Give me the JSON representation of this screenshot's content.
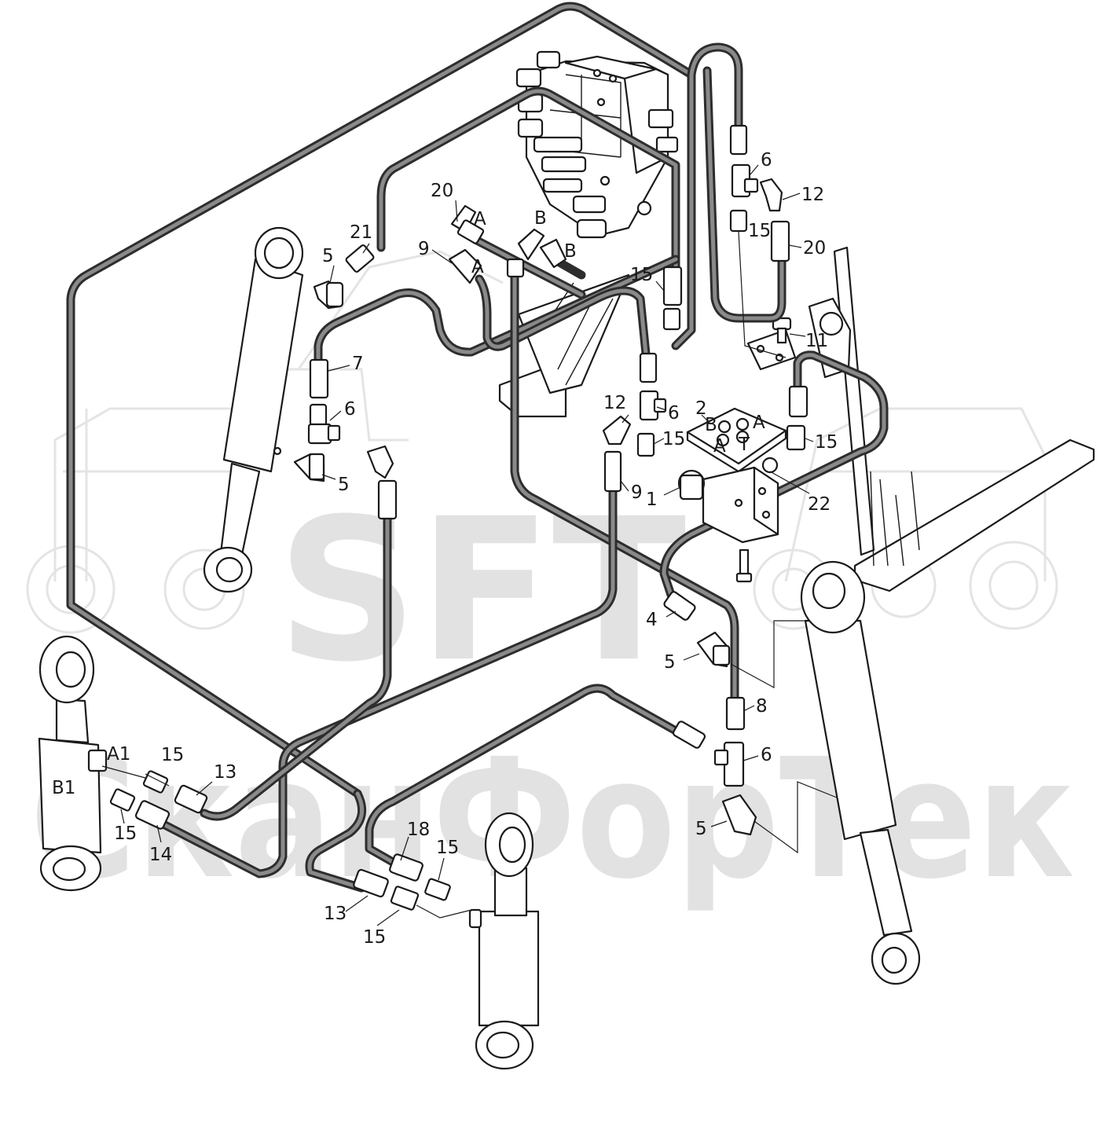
{
  "watermark": {
    "brand": "SFT",
    "subtitle": "СканФорТек"
  },
  "callouts": [
    {
      "id": "c-6a",
      "text": "6"
    },
    {
      "id": "c-12a",
      "text": "12"
    },
    {
      "id": "c-15a",
      "text": "15"
    },
    {
      "id": "c-20a",
      "text": "20"
    },
    {
      "id": "c-20b",
      "text": "20"
    },
    {
      "id": "c-21",
      "text": "21"
    },
    {
      "id": "c-5a",
      "text": "5"
    },
    {
      "id": "c-9a",
      "text": "9"
    },
    {
      "id": "c-15b",
      "text": "15"
    },
    {
      "id": "c-11",
      "text": "11"
    },
    {
      "id": "c-7",
      "text": "7"
    },
    {
      "id": "c-6b",
      "text": "6"
    },
    {
      "id": "c-12b",
      "text": "12"
    },
    {
      "id": "c-6c",
      "text": "6"
    },
    {
      "id": "c-2",
      "text": "2"
    },
    {
      "id": "c-15c",
      "text": "15"
    },
    {
      "id": "c-15d",
      "text": "15"
    },
    {
      "id": "c-5b",
      "text": "5"
    },
    {
      "id": "c-9b",
      "text": "9"
    },
    {
      "id": "c-1",
      "text": "1"
    },
    {
      "id": "c-22",
      "text": "22"
    },
    {
      "id": "c-4",
      "text": "4"
    },
    {
      "id": "c-5c",
      "text": "5"
    },
    {
      "id": "c-8",
      "text": "8"
    },
    {
      "id": "c-6d",
      "text": "6"
    },
    {
      "id": "c-5d",
      "text": "5"
    },
    {
      "id": "c-a1",
      "text": "A1"
    },
    {
      "id": "c-b1",
      "text": "B1"
    },
    {
      "id": "c-15e",
      "text": "15"
    },
    {
      "id": "c-13a",
      "text": "13"
    },
    {
      "id": "c-15f",
      "text": "15"
    },
    {
      "id": "c-14",
      "text": "14"
    },
    {
      "id": "c-18",
      "text": "18"
    },
    {
      "id": "c-15g",
      "text": "15"
    },
    {
      "id": "c-13b",
      "text": "13"
    },
    {
      "id": "c-15h",
      "text": "15"
    }
  ],
  "ports": [
    {
      "id": "p-a1",
      "text": "A"
    },
    {
      "id": "p-b1",
      "text": "B"
    },
    {
      "id": "p-a2",
      "text": "A"
    },
    {
      "id": "p-b2",
      "text": "B"
    }
  ],
  "plate_ports": [
    "B",
    "A",
    "A",
    "T"
  ]
}
